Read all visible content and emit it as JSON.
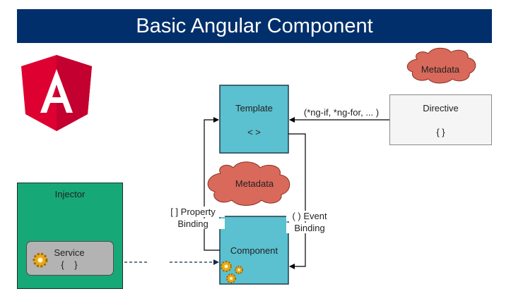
{
  "title": "Basic Angular Component",
  "logo": {
    "name": "Angular",
    "glyph": "A",
    "colors": {
      "primary": "#dd0031",
      "secondary": "#c3002f"
    }
  },
  "nodes": {
    "template": {
      "label": "Template",
      "symbol": "< >"
    },
    "directive": {
      "label": "Directive",
      "symbol": "{ }"
    },
    "component": {
      "label": "Component"
    },
    "injector": {
      "label": "Injector"
    },
    "service": {
      "label": "Service",
      "symbol": "{    }"
    }
  },
  "clouds": {
    "metadata_top": "Metadata",
    "metadata_middle": "Metadata"
  },
  "edges": {
    "directive_to_template": "(*ng-if, *ng-for, ... )",
    "property_binding_line1": "[ ] Property",
    "property_binding_line2": "Binding",
    "event_binding_line1": "( ) Event",
    "event_binding_line2": "Binding"
  },
  "colors": {
    "title_bar": "#002f6c",
    "teal_box": "#5bc0cf",
    "injector": "#17a877",
    "service": "#b3b3b3",
    "cloud": "#d9695a",
    "directive": "#f5f5f5"
  }
}
